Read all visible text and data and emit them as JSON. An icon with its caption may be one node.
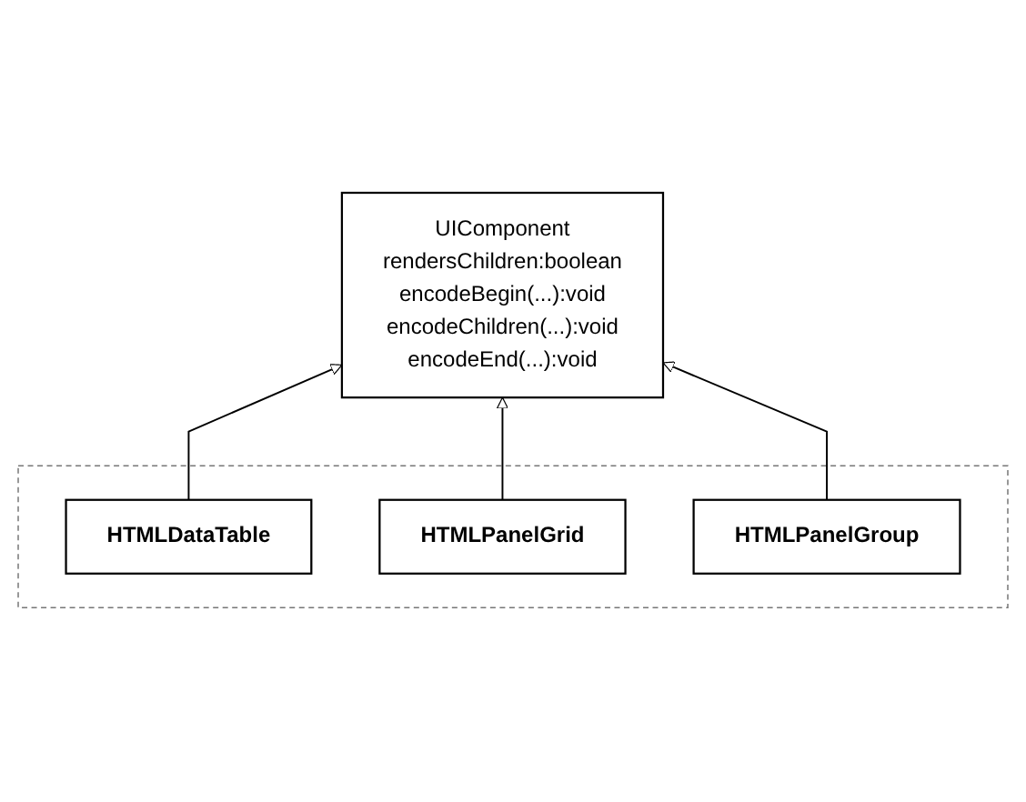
{
  "diagram": {
    "nodes": [
      {
        "text": [
          "UIComponent",
          "rendersChildren:boolean",
          "encodeBegin(...):void",
          "encodeChildren(...):void",
          "encodeEnd(...):void"
        ]
      },
      {
        "text": [],
        "shape": "box"
      },
      {
        "text": [
          "HTMLDataTable"
        ],
        "in": 1
      },
      {
        "text": [
          "HTMLPanelGroup"
        ],
        "in": 1
      },
      {
        "text": [
          "HTMLPanelGrid"
        ],
        "in": 1
      }
    ],
    "edges": [
      {
        "from": 2,
        "to": 0,
        "arrow": "to"
      },
      {
        "from": 4,
        "to": 0,
        "arrow": "to"
      },
      {
        "from": 3,
        "to": 0,
        "arrow": "to"
      }
    ]
  }
}
